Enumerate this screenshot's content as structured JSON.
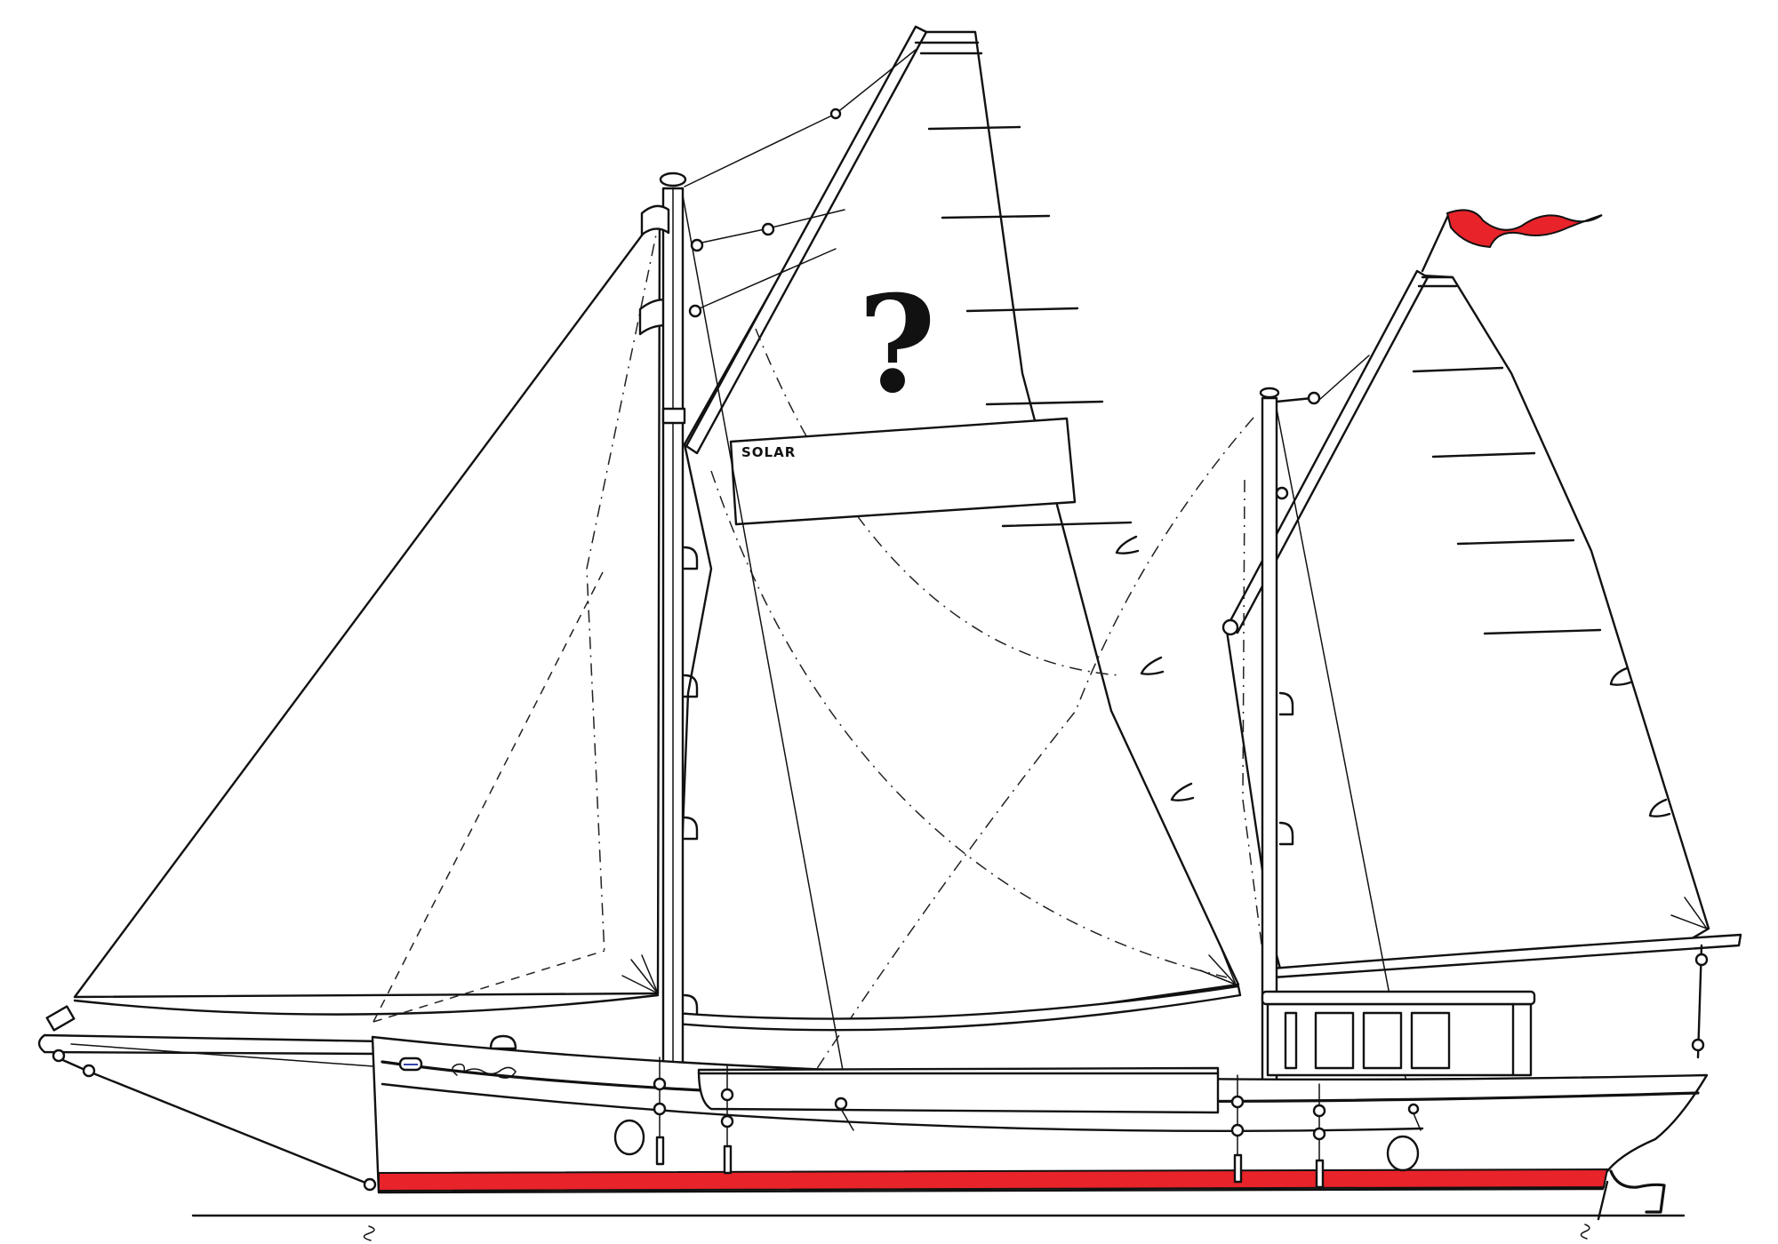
{
  "drawing": {
    "type": "sail plan profile drawing",
    "subject": "two-masted sailboat with battened sails",
    "background": "#ffffff",
    "line_color": "#111111",
    "accent": "#e8232a"
  },
  "labels": {
    "solar_panel": "SOLAR",
    "sail_emblem": "?"
  },
  "elements": {
    "mainsail": "mainsail",
    "mizzen_sail": "mizzen sail",
    "jib": "jib",
    "pennant": "pennant",
    "boot_stripe": "boot stripe",
    "deckhouse": "deckhouse",
    "bowsprit": "bowsprit",
    "waterline": "waterline"
  }
}
